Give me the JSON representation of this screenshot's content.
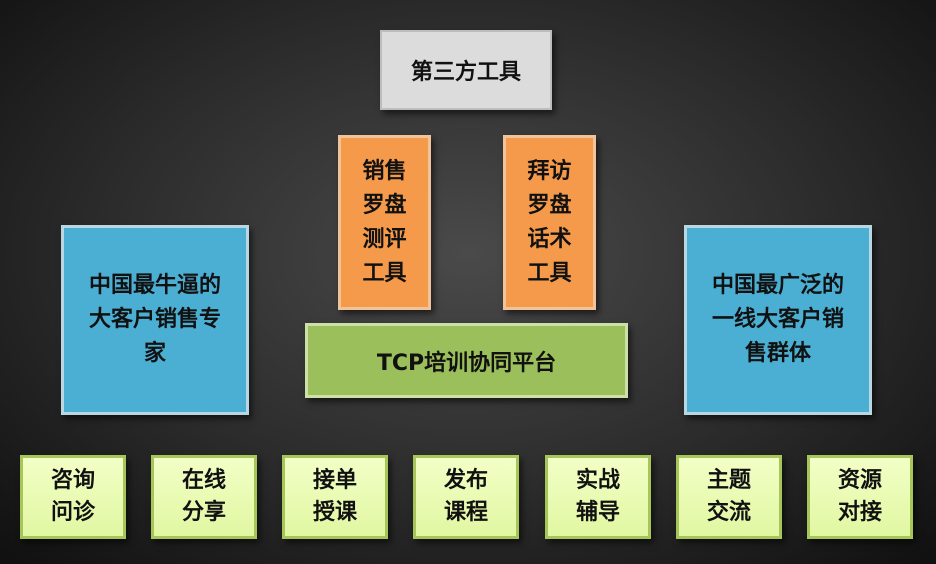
{
  "top_box": "第三方工具",
  "tools": {
    "sales_compass_assessment": "销售\n罗盘\n测评\n工具",
    "visit_compass_script": "拜访\n罗盘\n话术\n工具"
  },
  "left_box": "中国最牛逼的\n大客户销售专\n家",
  "right_box": "中国最广泛的\n一线大客户销\n售群体",
  "platform": "TCP培训协同平台",
  "services": [
    "咨询\n问诊",
    "在线\n分享",
    "接单\n授课",
    "发布\n课程",
    "实战\n辅导",
    "主题\n交流",
    "资源\n对接"
  ]
}
